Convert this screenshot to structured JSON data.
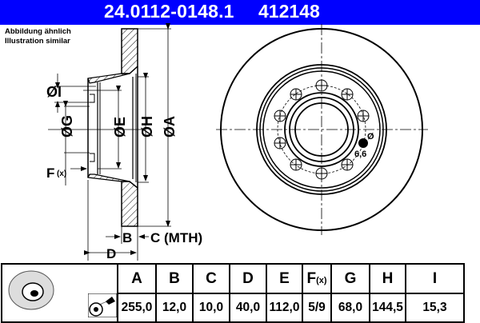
{
  "header": {
    "part_number": "24.0112-0148.1",
    "reference": "412148",
    "background_color": "#0000ff"
  },
  "note": {
    "line1": "Abbildung ähnlich",
    "line2": "Illustration similar"
  },
  "drawing": {
    "labels": {
      "dia_I": "ØI",
      "dia_G": "ØG",
      "dia_E": "ØE",
      "dia_H": "ØH",
      "dia_A": "ØA",
      "F": "F",
      "F_suffix": "(x)",
      "B": "B",
      "C_MTH": "C (MTH)",
      "D": "D",
      "hole_dia_symbol": "Ø",
      "hole_dia_value": "6,6"
    },
    "bolt_holes": 10
  },
  "table": {
    "headers": [
      "A",
      "B",
      "C",
      "D",
      "E",
      "F",
      "G",
      "H",
      "I"
    ],
    "f_suffix": "(x)",
    "values": [
      "255,0",
      "12,0",
      "10,0",
      "40,0",
      "112,0",
      "5/9",
      "68,0",
      "144,5",
      "15,3"
    ],
    "icons": [
      "brake-disc-icon",
      "spray-coating-icon"
    ]
  }
}
